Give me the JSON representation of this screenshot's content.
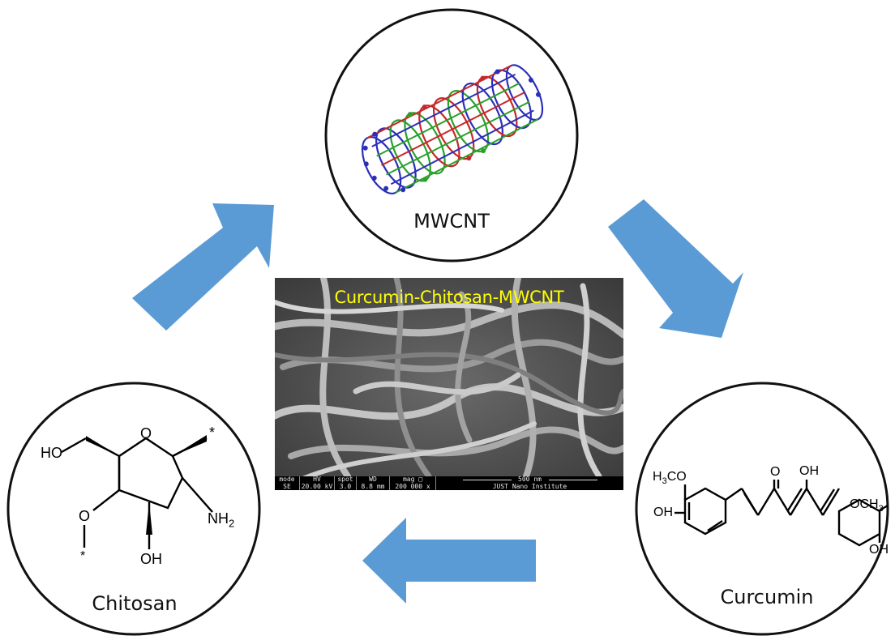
{
  "diagram": {
    "center_title": "Curcumin-Chitosan-MWCNT",
    "nodes": {
      "mwcnt": {
        "label": "MWCNT"
      },
      "curcumin": {
        "label": "Curcumin"
      },
      "chitosan": {
        "label": "Chitosan"
      }
    },
    "chitosan_atoms": {
      "ho": "HO",
      "o_ring": "O",
      "star_top": "*",
      "o_left": "O",
      "star_bottom": "*",
      "nh2": "NH",
      "nh2_sub": "2",
      "oh": "OH"
    },
    "curcumin_atoms": {
      "h3co": "H",
      "h3co_sub": "3",
      "h3co_tail": "CO",
      "oh_left": "OH",
      "o_keto": "O",
      "oh_enol": "OH",
      "och3": "OCH",
      "och3_sub": "3",
      "oh_right": "OH"
    },
    "sem_bar": {
      "mode_h": "mode",
      "mode_v": "SE",
      "hv_h": "HV",
      "hv_v": "20.00 kV",
      "spot_h": "spot",
      "spot_v": "3.0",
      "wd_h": "WD",
      "wd_v": "8.8 mm",
      "mag_h": "mag □",
      "mag_v": "200 000 x",
      "scale": "500 nm",
      "institute": "JUST Nano Institute"
    },
    "colors": {
      "arrow": "#5b9bd5",
      "nanotube_blue": "#2b2fb8",
      "nanotube_green": "#2aa02a",
      "nanotube_red": "#c62828",
      "sem_title": "#ffff00"
    }
  }
}
